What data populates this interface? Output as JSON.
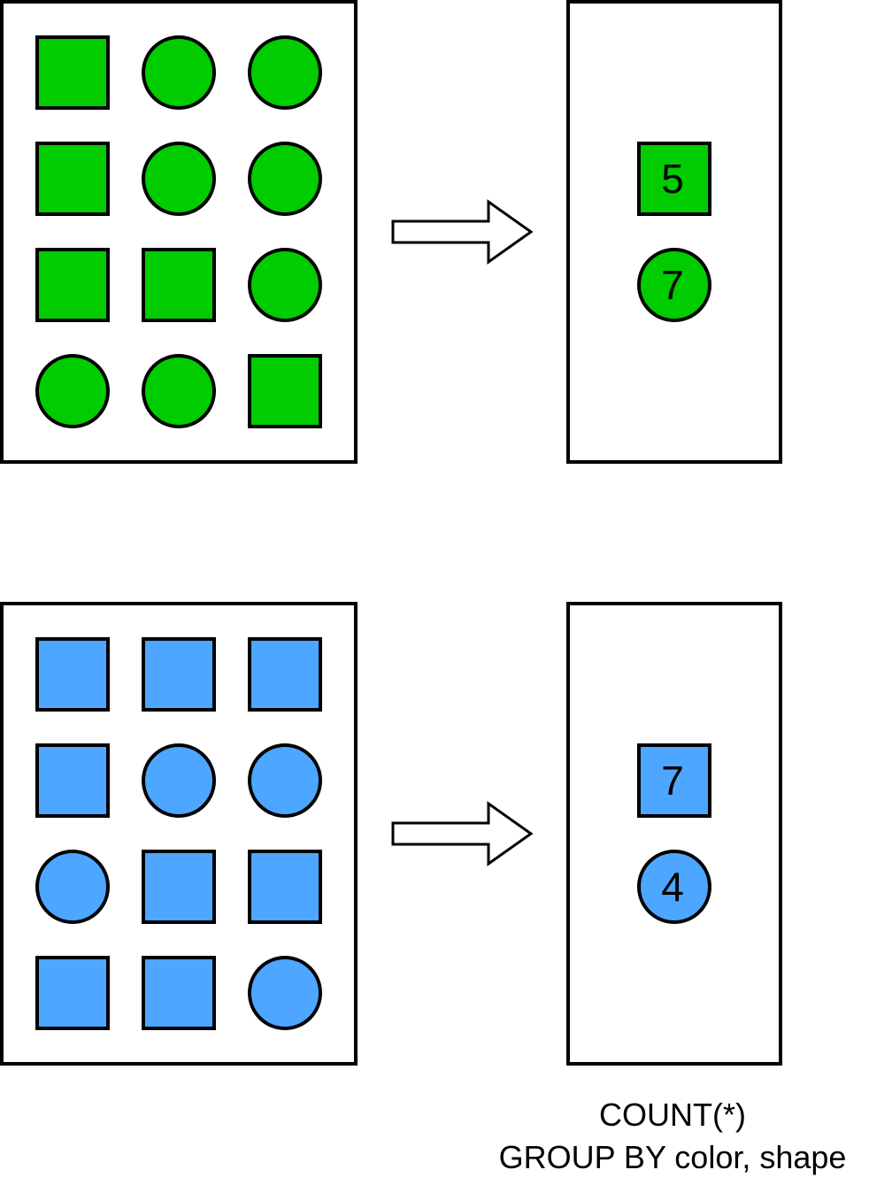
{
  "groups": [
    {
      "name": "green",
      "color": "#00cc00",
      "input_grid": [
        [
          "square",
          "circle",
          "circle"
        ],
        [
          "square",
          "circle",
          "circle"
        ],
        [
          "square",
          "square",
          "circle"
        ],
        [
          "circle",
          "circle",
          "square"
        ]
      ],
      "results": [
        {
          "shape": "square",
          "count": "5"
        },
        {
          "shape": "circle",
          "count": "7"
        }
      ]
    },
    {
      "name": "blue",
      "color": "#4da6ff",
      "input_grid": [
        [
          "square",
          "square",
          "square"
        ],
        [
          "square",
          "circle",
          "circle"
        ],
        [
          "circle",
          "square",
          "square"
        ],
        [
          "square",
          "square",
          "circle"
        ]
      ],
      "results": [
        {
          "shape": "square",
          "count": "7"
        },
        {
          "shape": "circle",
          "count": "4"
        }
      ]
    }
  ],
  "arrow_icon": "right-arrow-icon",
  "caption": {
    "line1": "COUNT(*)",
    "line2": "GROUP BY color, shape"
  }
}
